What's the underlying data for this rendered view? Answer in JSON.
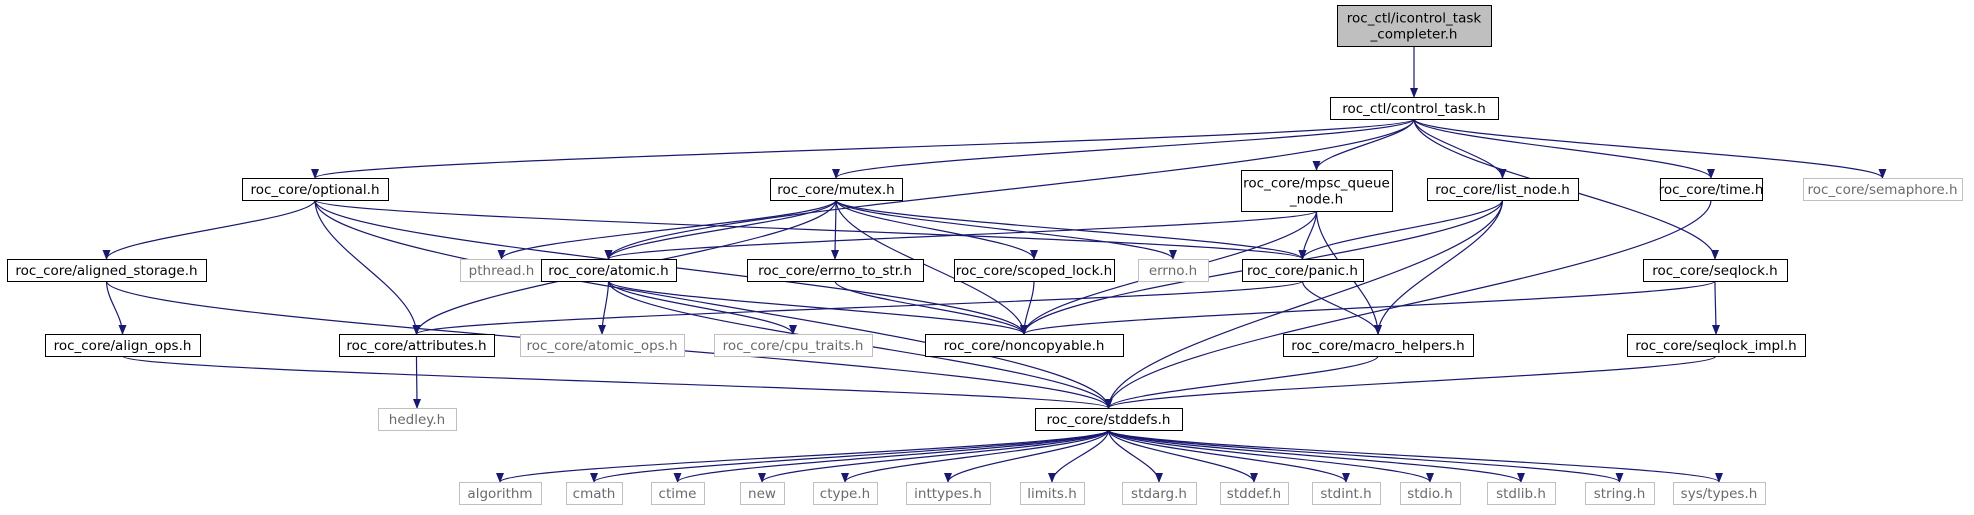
{
  "colors": {
    "edge": "#191970",
    "root_fill": "#bfbfbf",
    "node_border": "#000000",
    "external_border": "#bfbfbf",
    "node_fill": "#ffffff",
    "external_text": "#6b6b6b"
  },
  "nodes": [
    {
      "id": "icontrol",
      "lines": [
        "roc_ctl/icontrol_task",
        "_completer.h"
      ],
      "kind": "root"
    },
    {
      "id": "control_task",
      "lines": [
        "roc_ctl/control_task.h"
      ],
      "kind": "internal"
    },
    {
      "id": "optional",
      "lines": [
        "roc_core/optional.h"
      ],
      "kind": "internal"
    },
    {
      "id": "mutex",
      "lines": [
        "roc_core/mutex.h"
      ],
      "kind": "internal"
    },
    {
      "id": "mpsc",
      "lines": [
        "roc_core/mpsc_queue",
        "_node.h"
      ],
      "kind": "internal"
    },
    {
      "id": "list_node",
      "lines": [
        "roc_core/list_node.h"
      ],
      "kind": "internal"
    },
    {
      "id": "time",
      "lines": [
        "roc_core/time.h"
      ],
      "kind": "internal"
    },
    {
      "id": "semaphore",
      "lines": [
        "roc_core/semaphore.h"
      ],
      "kind": "external"
    },
    {
      "id": "aligned_storage",
      "lines": [
        "roc_core/aligned_storage.h"
      ],
      "kind": "internal"
    },
    {
      "id": "pthread",
      "lines": [
        "pthread.h"
      ],
      "kind": "external"
    },
    {
      "id": "atomic",
      "lines": [
        "roc_core/atomic.h"
      ],
      "kind": "internal"
    },
    {
      "id": "errno_to_str",
      "lines": [
        "roc_core/errno_to_str.h"
      ],
      "kind": "internal"
    },
    {
      "id": "scoped_lock",
      "lines": [
        "roc_core/scoped_lock.h"
      ],
      "kind": "internal"
    },
    {
      "id": "errno",
      "lines": [
        "errno.h"
      ],
      "kind": "external"
    },
    {
      "id": "panic",
      "lines": [
        "roc_core/panic.h"
      ],
      "kind": "internal"
    },
    {
      "id": "seqlock",
      "lines": [
        "roc_core/seqlock.h"
      ],
      "kind": "internal"
    },
    {
      "id": "align_ops",
      "lines": [
        "roc_core/align_ops.h"
      ],
      "kind": "internal"
    },
    {
      "id": "attributes",
      "lines": [
        "roc_core/attributes.h"
      ],
      "kind": "internal"
    },
    {
      "id": "atomic_ops",
      "lines": [
        "roc_core/atomic_ops.h"
      ],
      "kind": "external"
    },
    {
      "id": "cpu_traits",
      "lines": [
        "roc_core/cpu_traits.h"
      ],
      "kind": "external"
    },
    {
      "id": "noncopyable",
      "lines": [
        "roc_core/noncopyable.h"
      ],
      "kind": "internal"
    },
    {
      "id": "macro_helpers",
      "lines": [
        "roc_core/macro_helpers.h"
      ],
      "kind": "internal"
    },
    {
      "id": "seqlock_impl",
      "lines": [
        "roc_core/seqlock_impl.h"
      ],
      "kind": "internal"
    },
    {
      "id": "hedley",
      "lines": [
        "hedley.h"
      ],
      "kind": "external"
    },
    {
      "id": "stddefs",
      "lines": [
        "roc_core/stddefs.h"
      ],
      "kind": "internal"
    },
    {
      "id": "algorithm",
      "lines": [
        "algorithm"
      ],
      "kind": "external"
    },
    {
      "id": "cmath",
      "lines": [
        "cmath"
      ],
      "kind": "external"
    },
    {
      "id": "ctime",
      "lines": [
        "ctime"
      ],
      "kind": "external"
    },
    {
      "id": "new",
      "lines": [
        "new"
      ],
      "kind": "external"
    },
    {
      "id": "ctype",
      "lines": [
        "ctype.h"
      ],
      "kind": "external"
    },
    {
      "id": "inttypes",
      "lines": [
        "inttypes.h"
      ],
      "kind": "external"
    },
    {
      "id": "limits",
      "lines": [
        "limits.h"
      ],
      "kind": "external"
    },
    {
      "id": "stdarg",
      "lines": [
        "stdarg.h"
      ],
      "kind": "external"
    },
    {
      "id": "stddef",
      "lines": [
        "stddef.h"
      ],
      "kind": "external"
    },
    {
      "id": "stdint",
      "lines": [
        "stdint.h"
      ],
      "kind": "external"
    },
    {
      "id": "stdio",
      "lines": [
        "stdio.h"
      ],
      "kind": "external"
    },
    {
      "id": "stdlib",
      "lines": [
        "stdlib.h"
      ],
      "kind": "external"
    },
    {
      "id": "string",
      "lines": [
        "string.h"
      ],
      "kind": "external"
    },
    {
      "id": "systypes",
      "lines": [
        "sys/types.h"
      ],
      "kind": "external"
    }
  ],
  "edges": [
    [
      "icontrol",
      "control_task"
    ],
    [
      "control_task",
      "optional"
    ],
    [
      "control_task",
      "mutex"
    ],
    [
      "control_task",
      "mpsc"
    ],
    [
      "control_task",
      "list_node"
    ],
    [
      "control_task",
      "time"
    ],
    [
      "control_task",
      "semaphore"
    ],
    [
      "control_task",
      "atomic"
    ],
    [
      "control_task",
      "seqlock"
    ],
    [
      "optional",
      "aligned_storage"
    ],
    [
      "optional",
      "attributes"
    ],
    [
      "optional",
      "noncopyable"
    ],
    [
      "optional",
      "panic"
    ],
    [
      "optional",
      "stddefs"
    ],
    [
      "mutex",
      "pthread"
    ],
    [
      "mutex",
      "atomic"
    ],
    [
      "mutex",
      "errno_to_str"
    ],
    [
      "mutex",
      "scoped_lock"
    ],
    [
      "mutex",
      "errno"
    ],
    [
      "mutex",
      "panic"
    ],
    [
      "mutex",
      "attributes"
    ],
    [
      "mutex",
      "noncopyable"
    ],
    [
      "mpsc",
      "atomic"
    ],
    [
      "mpsc",
      "panic"
    ],
    [
      "mpsc",
      "noncopyable"
    ],
    [
      "mpsc",
      "macro_helpers"
    ],
    [
      "list_node",
      "panic"
    ],
    [
      "list_node",
      "noncopyable"
    ],
    [
      "list_node",
      "macro_helpers"
    ],
    [
      "list_node",
      "stddefs"
    ],
    [
      "time",
      "stddefs"
    ],
    [
      "aligned_storage",
      "align_ops"
    ],
    [
      "aligned_storage",
      "stddefs"
    ],
    [
      "align_ops",
      "stddefs"
    ],
    [
      "atomic",
      "atomic_ops"
    ],
    [
      "atomic",
      "cpu_traits"
    ],
    [
      "atomic",
      "noncopyable"
    ],
    [
      "atomic",
      "stddefs"
    ],
    [
      "errno_to_str",
      "noncopyable"
    ],
    [
      "scoped_lock",
      "noncopyable"
    ],
    [
      "panic",
      "attributes"
    ],
    [
      "panic",
      "macro_helpers"
    ],
    [
      "seqlock",
      "seqlock_impl"
    ],
    [
      "seqlock",
      "noncopyable"
    ],
    [
      "seqlock_impl",
      "stddefs"
    ],
    [
      "attributes",
      "hedley"
    ],
    [
      "macro_helpers",
      "stddefs"
    ],
    [
      "stddefs",
      "algorithm"
    ],
    [
      "stddefs",
      "cmath"
    ],
    [
      "stddefs",
      "ctime"
    ],
    [
      "stddefs",
      "new"
    ],
    [
      "stddefs",
      "ctype"
    ],
    [
      "stddefs",
      "inttypes"
    ],
    [
      "stddefs",
      "limits"
    ],
    [
      "stddefs",
      "stdarg"
    ],
    [
      "stddefs",
      "stddef"
    ],
    [
      "stddefs",
      "stdint"
    ],
    [
      "stddefs",
      "stdio"
    ],
    [
      "stddefs",
      "stdlib"
    ],
    [
      "stddefs",
      "string"
    ],
    [
      "stddefs",
      "systypes"
    ]
  ]
}
